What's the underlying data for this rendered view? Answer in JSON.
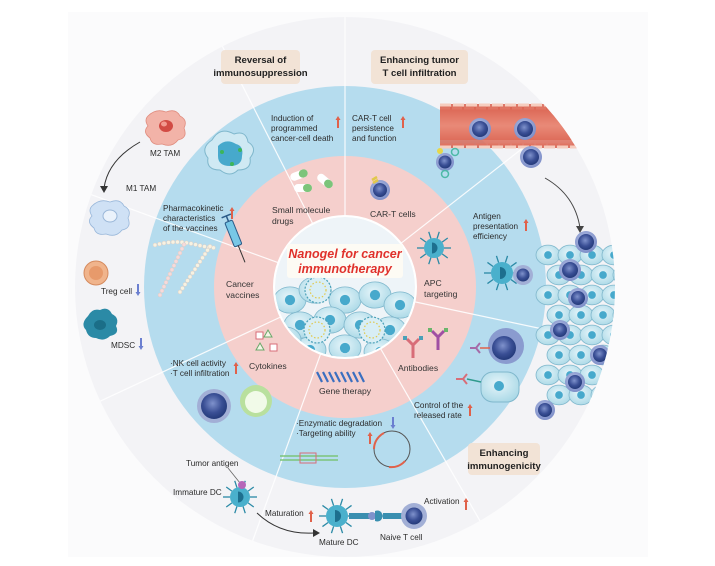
{
  "title": {
    "line1": "Nanogel for cancer",
    "line2": "immunotherapy"
  },
  "headers": {
    "reversal": [
      "Reversal of",
      "immunosuppression"
    ],
    "infiltration": [
      "Enhancing tumor",
      "T cell infiltration"
    ],
    "immunogenicity": [
      "Enhancing",
      "immunogenicity"
    ]
  },
  "categories": {
    "small_molecule": [
      "Small molecule",
      "drugs"
    ],
    "cart": [
      "CAR-T cells"
    ],
    "apc": [
      "APC",
      "targeting"
    ],
    "antibodies": [
      "Antibodies"
    ],
    "gene": [
      "Gene therapy"
    ],
    "cytokines": [
      "Cytokines"
    ],
    "vaccines": [
      "Cancer",
      "vaccines"
    ]
  },
  "outcomes": {
    "induction": {
      "lines": [
        "Induction of",
        "programmed",
        "cancer-cell death"
      ],
      "trend": "up"
    },
    "cart_persist": {
      "lines": [
        "CAR-T cell",
        "persistence",
        "and function"
      ],
      "trend": "up"
    },
    "antigen": {
      "lines": [
        "Antigen",
        "presentation",
        "efficiency"
      ],
      "trend": "up"
    },
    "release": {
      "lines": [
        "Control of the",
        "released rate"
      ],
      "trend": "up"
    },
    "enzymatic": {
      "lines": [
        "·Enzymatic degradation",
        "·Targeting ability"
      ],
      "trends": [
        "down",
        "up"
      ]
    },
    "nk": {
      "lines": [
        "·NK cell activity",
        "·T cell infiltration"
      ],
      "trend": "up"
    },
    "pharmaco": {
      "lines": [
        "Pharmacokinetic",
        "characteristics",
        "of the vaccines"
      ],
      "trend": "up"
    }
  },
  "outer_labels": {
    "m2": "M2 TAM",
    "m1": "M1 TAM",
    "treg": "Treg cell",
    "mdsc": "MDSC",
    "tumor_antigen": "Tumor antigen",
    "immature_dc": "Immature DC",
    "maturation": "Maturation",
    "mature_dc": "Mature DC",
    "naive_t": "Naive T cell",
    "activation": "Activation"
  },
  "colors": {
    "outer_ring": "#f3f3f6",
    "blue_ring": "#b5dcee",
    "pink_ring": "#f5cfcc",
    "header_box": "#f2e3d6",
    "title_red": "#e0312b",
    "arrow_up": "#e0614a",
    "arrow_down": "#6b7fd0"
  }
}
